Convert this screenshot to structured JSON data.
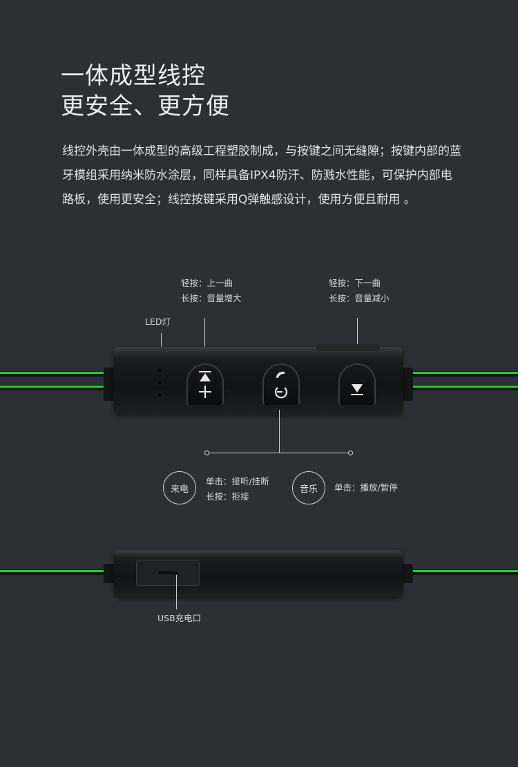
{
  "headline": {
    "line1": "一体成型线控",
    "line2": "更安全、更方便"
  },
  "description": "线控外壳由一体成型的高级工程塑胶制成，与按键之间无缝隙；按键内部的蓝牙模组采用纳米防水涂层，同样具备IPX4防汗、防溅水性能，可保护内部电路板，使用更安全；线控按键采用Q弹触感设计，使用方便且耐用 。",
  "labels": {
    "led": "LED灯",
    "vol_up_short": "轻按：上一曲",
    "vol_up_long": "长按：音量增大",
    "vol_down_short": "轻按：下一曲",
    "vol_down_long": "长按：音量减小",
    "call_tag": "来电",
    "call_single": "单击：接听/挂断",
    "call_long": "长按：拒接",
    "music_tag": "音乐",
    "music_single": "单击：播放/暂停",
    "usb": "USB充电口"
  },
  "icons": [
    "triangle-up-bar-icon",
    "plus-icon",
    "phone-icon",
    "power-icon",
    "triangle-down-bar-icon"
  ],
  "colors": {
    "background": "#2c2f36",
    "cable_green": "#1fd62a",
    "remote": "#111214"
  }
}
